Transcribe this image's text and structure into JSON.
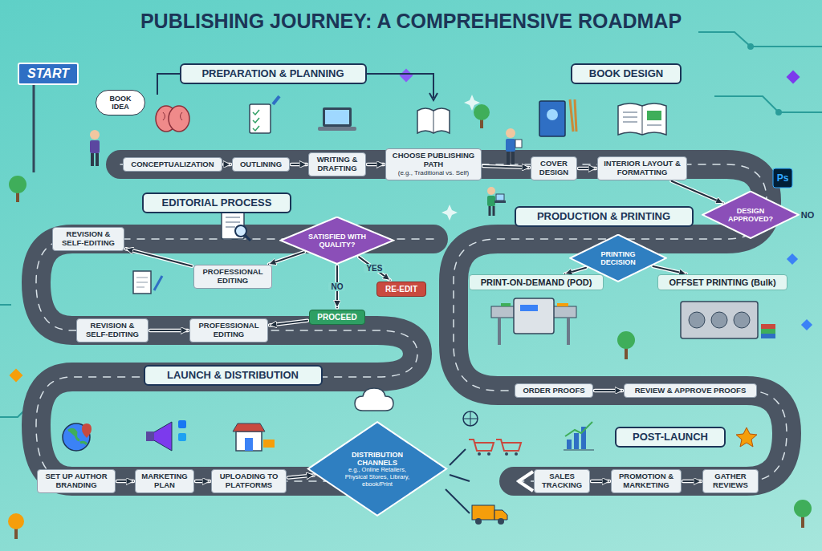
{
  "diagram": {
    "title": "PUBLISHING JOURNEY: A COMPREHENSIVE ROADMAP",
    "nodes": [
      {
        "text": [
          "START"
        ]
      },
      {
        "text": [
          "BOOK IDEA"
        ]
      },
      {
        "text": [
          "PREPARATION & PLANNING"
        ]
      },
      {
        "text": [
          "CONCEPTUALIZATION"
        ]
      },
      {
        "text": [
          "OUTLINING"
        ]
      },
      {
        "text": [
          "WRITING & DRAFTING"
        ]
      },
      {
        "text": [
          "CHOOSE PUBLISHING PATH",
          "(e.g., Traditional vs. Self)"
        ]
      },
      {
        "text": [
          "BOOK DESIGN"
        ]
      },
      {
        "text": [
          "COVER DESIGN"
        ]
      },
      {
        "text": [
          "INTERIOR LAYOUT & FORMATTING"
        ]
      },
      {
        "text": [
          "DESIGN APPROVED?"
        ]
      },
      {
        "text": [
          "EDITORIAL PROCESS"
        ]
      },
      {
        "text": [
          "REVISION & SELF-EDITING"
        ]
      },
      {
        "text": [
          "PROFESSIONAL EDITING"
        ]
      },
      {
        "text": [
          "SATISFIED WITH QUALITY?"
        ]
      },
      {
        "text": [
          "RE-EDIT"
        ]
      },
      {
        "text": [
          "PROCEED"
        ]
      },
      {
        "text": [
          "REVISION & SELF-EDITING"
        ]
      },
      {
        "text": [
          "PROFESSIONAL EDITING"
        ]
      },
      {
        "text": [
          "PRODUCTION & PRINTING"
        ]
      },
      {
        "text": [
          "PRINTING DECISION"
        ]
      },
      {
        "text": [
          "PRINT-ON-DEMAND (POD)"
        ]
      },
      {
        "text": [
          "OFFSET PRINTING (Bulk)"
        ]
      },
      {
        "text": [
          "ORDER PROOFS"
        ]
      },
      {
        "text": [
          "REVIEW & APPROVE PROOFS"
        ]
      },
      {
        "text": [
          "LAUNCH & DISTRIBUTION"
        ]
      },
      {
        "text": [
          "SET UP AUTHOR BRANDING"
        ]
      },
      {
        "text": [
          "MARKETING PLAN"
        ]
      },
      {
        "text": [
          "UPLOADING TO PLATFORMS"
        ]
      },
      {
        "text": [
          "DISTRIBUTION CHANNELS",
          "e.g., Online Retailers, Physical Stores, Library, ebook/Print"
        ]
      },
      {
        "text": [
          "POST-LAUNCH"
        ]
      },
      {
        "text": [
          "SALES TRACKING"
        ]
      },
      {
        "text": [
          "PROMOTION & MARKETING"
        ]
      },
      {
        "text": [
          "GATHER REVIEWS"
        ]
      }
    ],
    "edges": [
      {
        "from": 3,
        "to": 4,
        "arrow": "to"
      },
      {
        "from": 4,
        "to": 5,
        "arrow": "to"
      },
      {
        "from": 5,
        "to": 6,
        "arrow": "to"
      },
      {
        "from": 6,
        "to": 8,
        "arrow": "to"
      },
      {
        "from": 8,
        "to": 9,
        "arrow": "to"
      },
      {
        "from": 9,
        "to": 10,
        "arrow": "to"
      },
      {
        "from": 14,
        "to": 13,
        "arrow": "to"
      },
      {
        "from": 13,
        "to": 12,
        "arrow": "to"
      },
      {
        "from": 14,
        "to": 15,
        "label": "YES",
        "arrow": "to"
      },
      {
        "from": 14,
        "to": 16,
        "label": "NO",
        "arrow": "to"
      },
      {
        "from": 17,
        "to": 18,
        "arrow": "to"
      },
      {
        "from": 16,
        "to": 18,
        "arrow": "to"
      },
      {
        "from": 20,
        "to": 21,
        "arrow": "to"
      },
      {
        "from": 20,
        "to": 22,
        "arrow": "to"
      },
      {
        "from": 23,
        "to": 24,
        "arrow": "to"
      },
      {
        "from": 26,
        "to": 27,
        "arrow": "to"
      },
      {
        "from": 27,
        "to": 28,
        "arrow": "to"
      },
      {
        "from": 28,
        "to": 29,
        "arrow": "to"
      },
      {
        "from": 31,
        "to": 32,
        "arrow": "to"
      },
      {
        "from": 32,
        "to": 33,
        "arrow": "to"
      }
    ],
    "labels": [
      "NO",
      "Ps"
    ]
  }
}
